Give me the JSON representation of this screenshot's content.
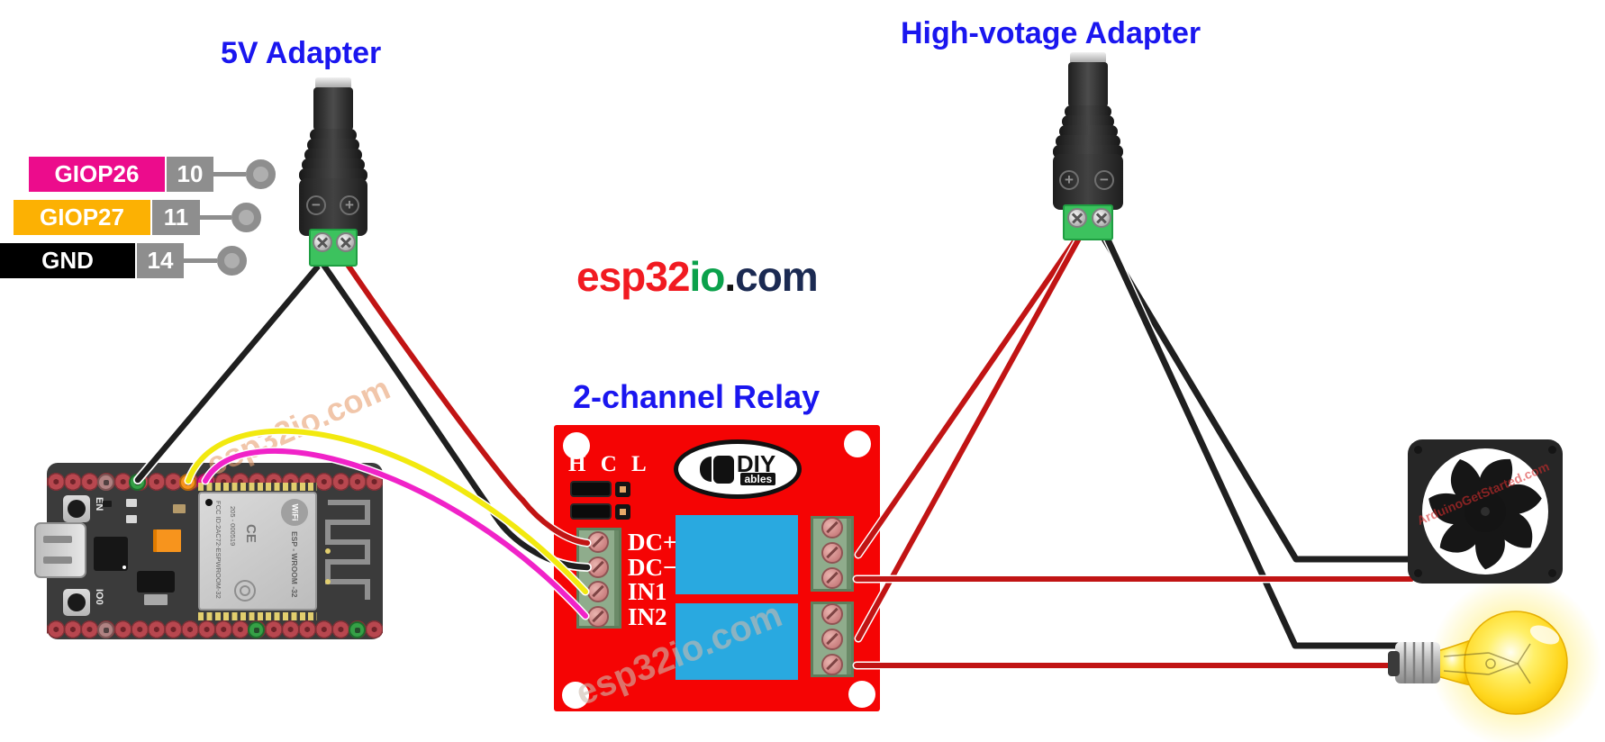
{
  "titles": {
    "adapter_5v": "5V Adapter",
    "adapter_hv": "High-votage Adapter",
    "relay": "2-channel Relay"
  },
  "logo": {
    "part_red": "esp32",
    "part_green": "io",
    "part_dot": ".",
    "part_navy": "com"
  },
  "pin_legend": {
    "rows": [
      {
        "label": "GIOP26",
        "pin": "10"
      },
      {
        "label": "GIOP27",
        "pin": "11"
      },
      {
        "label": "GND",
        "pin": "14"
      }
    ]
  },
  "adapter": {
    "plus": "+",
    "minus": "−"
  },
  "relay_board": {
    "jumper_header": "H C L",
    "terminals": [
      "DC+",
      "DC−",
      "IN1",
      "IN2"
    ],
    "brand_top": "DIY",
    "brand_bottom": "ables"
  },
  "esp32": {
    "button_en": "EN",
    "button_boot": "IO0",
    "module_line1": "FCC ID:2AC72-ESPWROOM-32",
    "module_line2": "205 - 000519",
    "module_name": "ESP - WROOM -32",
    "wifi": "WiFi",
    "ce": "CE"
  },
  "watermarks": {
    "site": "esp32io.com",
    "fan": "ArduinoGetStarted.com"
  },
  "colors": {
    "title_blue": "#1A16EF",
    "board_red": "#F50404",
    "relay_blue": "#29A9E0",
    "legend_pink": "#EC0C8C",
    "legend_orange": "#FCB103",
    "legend_black": "#000000",
    "legend_gray": "#8E8E8E",
    "wire_black": "#1F1F1F",
    "wire_red": "#E31212",
    "wire_dark_red": "#C11414",
    "wire_yellow": "#F2E90F",
    "wire_magenta": "#F023C8",
    "logo_red": "#F11A21",
    "logo_green": "#0BA14B",
    "logo_dot": "#111111",
    "logo_navy": "#1B2A52"
  }
}
